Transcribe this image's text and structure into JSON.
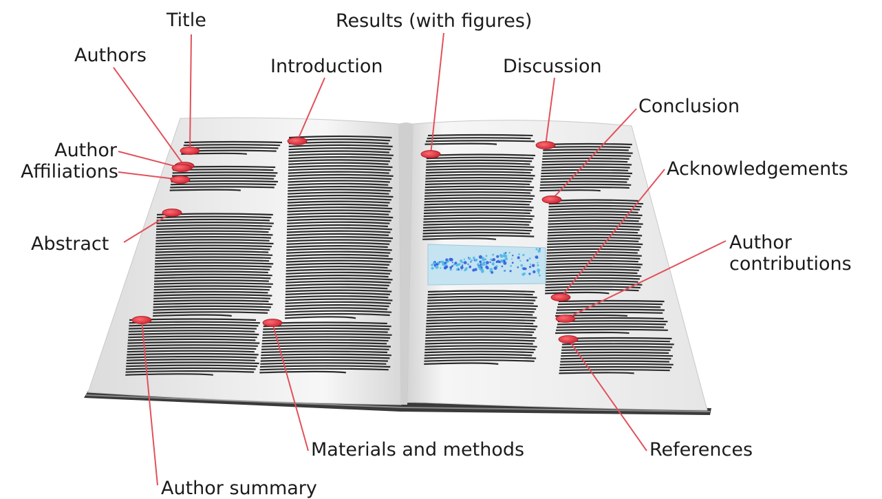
{
  "labels": {
    "title": "Title",
    "authors": "Authors",
    "author_affiliations_line1": "Author",
    "author_affiliations_line2": "Affiliations",
    "abstract": "Abstract",
    "introduction": "Introduction",
    "results": "Results (with figures)",
    "discussion": "Discussion",
    "conclusion": "Conclusion",
    "acknowledgements": "Acknowledgements",
    "author_contributions_line1": "Author",
    "author_contributions_line2": "contributions",
    "materials_methods": "Materials and methods",
    "references": "References",
    "author_summary": "Author summary"
  },
  "colors": {
    "leader_line": "#e2505a",
    "marker": "#dc2c38",
    "text_line": "#2b2b2b",
    "page": "#f3f3f3",
    "figure_bg": "#bfe0ee",
    "figure_points": "#2f5ee0"
  }
}
